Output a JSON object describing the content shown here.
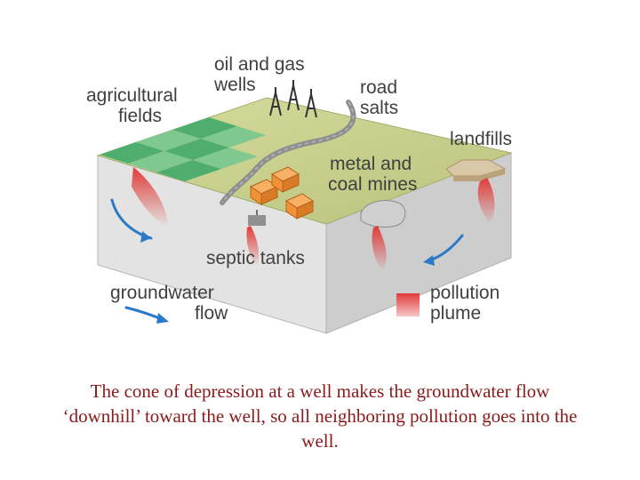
{
  "labels": {
    "agricultural_fields": [
      "agricultural",
      "fields"
    ],
    "oil_gas_wells": [
      "oil and gas",
      "wells"
    ],
    "road_salts": [
      "road",
      "salts"
    ],
    "landfills": "landfills",
    "metal_coal_mines": [
      "metal and",
      "coal mines"
    ],
    "septic_tanks": "septic tanks",
    "groundwater_flow": [
      "groundwater",
      "flow"
    ],
    "pollution_plume": [
      "pollution",
      "plume"
    ]
  },
  "caption": "The cone of depression at a well makes the groundwater flow ‘downhill’ toward the well, so all neighboring pollution goes into the well.",
  "colors": {
    "surface": "#c8cf8e",
    "front_face": "#e3e3e3",
    "right_face": "#cdcdcd",
    "field": "#4fae6d",
    "road": "#8f8f8f",
    "mines": "#f29236",
    "plume": "#e23a3a",
    "flow_arrow": "#2a7ac8",
    "caption_text": "#8b1a1a"
  }
}
